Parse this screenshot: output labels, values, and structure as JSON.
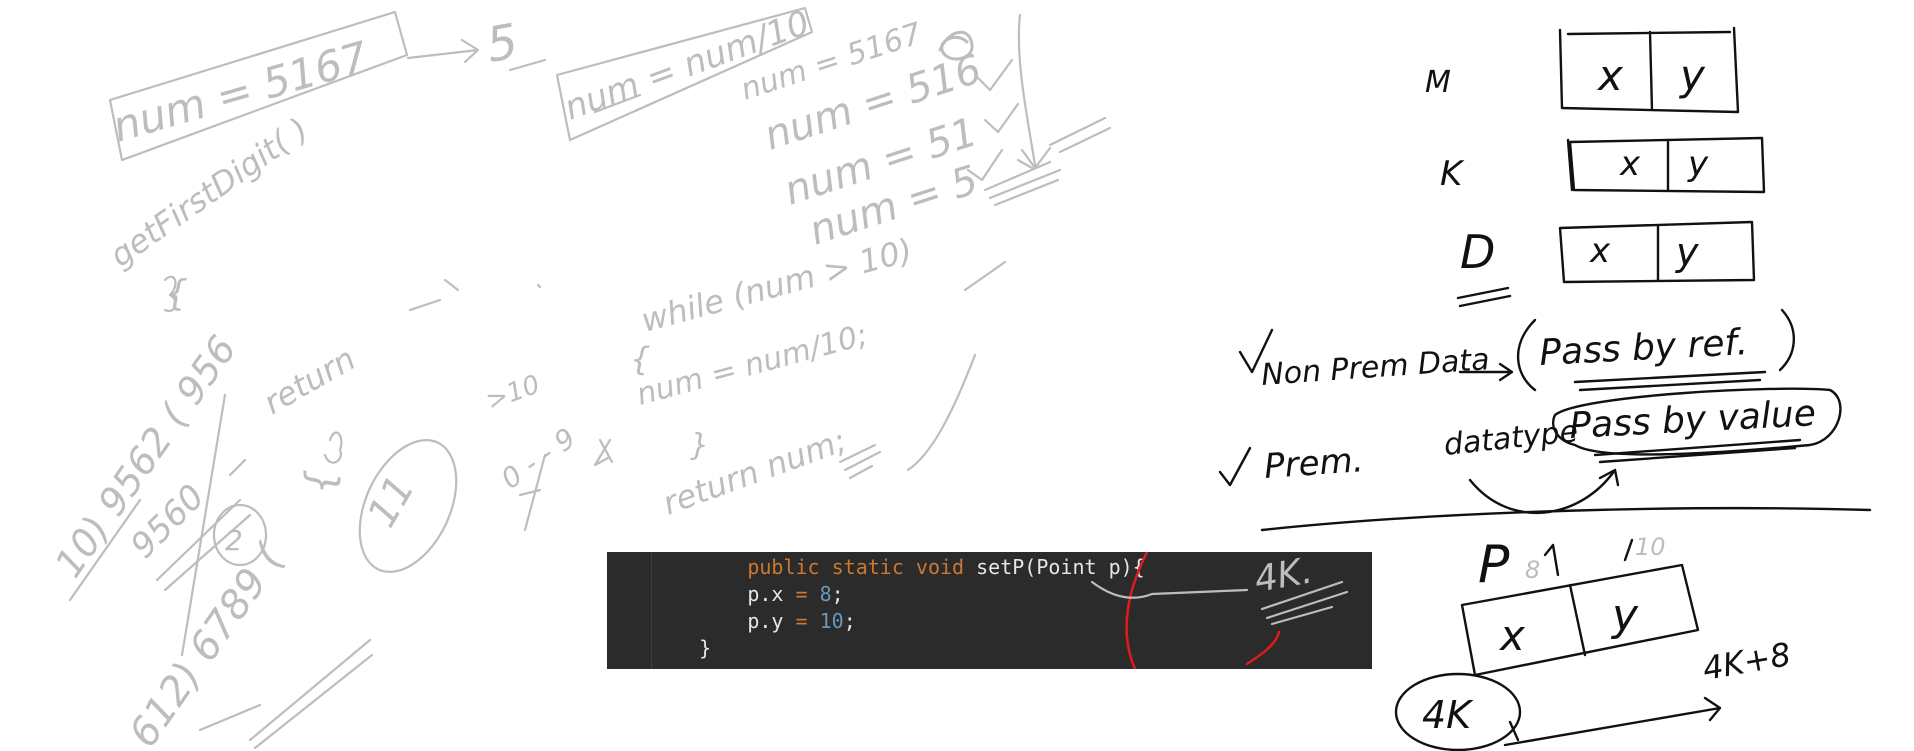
{
  "whiteboard": {
    "left_notes": {
      "num_box": "num = 5167",
      "arrow_result": "5",
      "num_div_box": "num = num/10",
      "get_first_digit": "getFirstDigit( )",
      "brace_open": "{",
      "return_text": "return",
      "brace_close": "}",
      "trace": [
        "num = 5167",
        "num = 516",
        "num = 51",
        "num = 5"
      ],
      "while_line": "while (num > 10)",
      "while_open": "{",
      "loop_body": "num = num/10;",
      "while_close": "}",
      "return_num": "return num;",
      "range_gt": ">10",
      "range": "0 - - 9",
      "div_10": "10) 9562 ( 956",
      "div_10_sub": "9560",
      "div_10_rem": "2",
      "div_612": "612) 6789 (",
      "div_612_q": "11"
    },
    "right_notes": {
      "rows": [
        {
          "label": "M",
          "cells": [
            "x",
            "y"
          ]
        },
        {
          "label": "K",
          "cells": [
            "x",
            "y"
          ]
        },
        {
          "label": "D",
          "cells": [
            "x",
            "y"
          ]
        }
      ],
      "non_prim": "Non Prem Data",
      "pass_by_ref": "Pass by ref.",
      "prim": "Prem.",
      "datatype": "datatype",
      "pass_by_value": "Pass by value",
      "p_label": "P",
      "p_val_x": "8",
      "p_val_y": "10",
      "p_cells": [
        "x",
        "y"
      ],
      "addr_4k": "4K",
      "addr_4k8": "4K+8",
      "code_annotation": "4K."
    }
  },
  "code": {
    "lines": [
      {
        "indent": "        ",
        "tokens": [
          {
            "t": "public ",
            "c": "kw"
          },
          {
            "t": "static ",
            "c": "kw"
          },
          {
            "t": "void ",
            "c": "kw"
          },
          {
            "t": "setP(Point p){",
            "c": "plain"
          }
        ]
      },
      {
        "indent": "        ",
        "tokens": [
          {
            "t": "p.x ",
            "c": "plain"
          },
          {
            "t": "= ",
            "c": "op"
          },
          {
            "t": "8",
            "c": "num"
          },
          {
            "t": ";",
            "c": "plain"
          }
        ]
      },
      {
        "indent": "        ",
        "tokens": [
          {
            "t": "p.y ",
            "c": "plain"
          },
          {
            "t": "= ",
            "c": "op"
          },
          {
            "t": "10",
            "c": "num"
          },
          {
            "t": ";",
            "c": "plain"
          }
        ]
      },
      {
        "indent": "    ",
        "tokens": [
          {
            "t": "}",
            "c": "plain"
          }
        ]
      }
    ]
  },
  "colors": {
    "background": "#ffffff",
    "grey_ink": "#bdbdbd",
    "black_ink": "#111111",
    "red_ink": "#e01b1b",
    "code_bg": "#2b2b2b",
    "keyword": "#cc7832",
    "number": "#6897bb"
  }
}
